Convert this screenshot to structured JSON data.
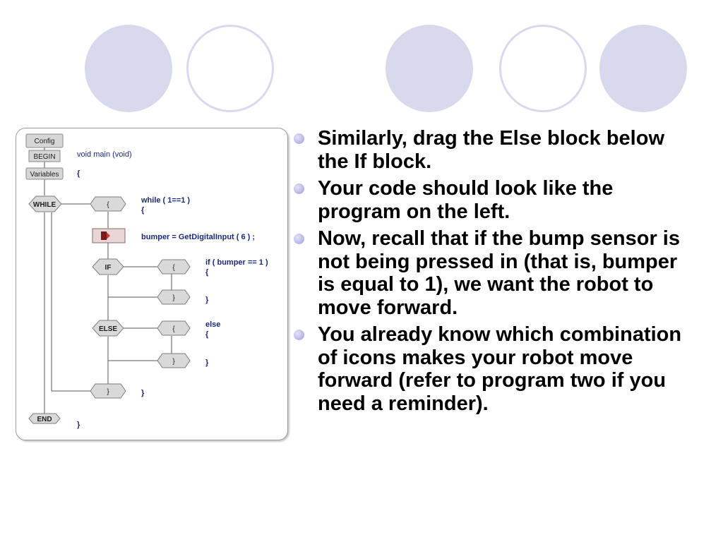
{
  "slide": {
    "bullets": [
      "Similarly, drag the Else block below the If block.",
      "Your code should look like the program on the left.",
      "Now, recall that if the bump sensor is not being pressed in (that is, bumper is equal to 1), we want the robot to move forward.",
      "You already know which combination of icons makes your robot move forward (refer to program two if you need a reminder)."
    ],
    "bullet_icon": "circle-bullet-icon",
    "accent_color": "#d9d9ee"
  },
  "flowchart": {
    "blocks": {
      "config": "Config",
      "begin": "BEGIN",
      "variables": "Variables",
      "while": "WHILE",
      "open_brace_while": "{",
      "if": "IF",
      "open_brace_if": "{",
      "close_brace_if": "}",
      "else": "ELSE",
      "open_brace_else": "{",
      "close_brace_else": "}",
      "close_brace_while": "}",
      "end": "END"
    },
    "code": {
      "main": "void main (void)",
      "main_open": "{",
      "while_cond": "while ( 1==1 )",
      "while_open": "{",
      "bumper_assign": "bumper = GetDigitalInput ( 6 ) ;",
      "if_cond": "if ( bumper == 1 )",
      "if_open": "{",
      "if_close": "}",
      "else_kw": "else",
      "else_open": "{",
      "else_close": "}",
      "while_close": "}",
      "main_close": "}"
    }
  }
}
